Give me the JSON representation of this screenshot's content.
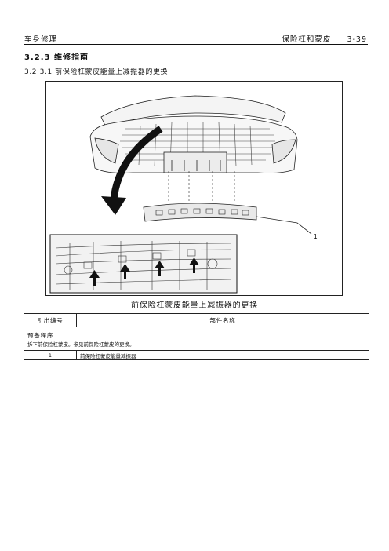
{
  "header": {
    "left": "车身修理",
    "right_title": "保险杠和蒙皮",
    "page_number": "3-39"
  },
  "section": {
    "heading": "3.2.3 维修指南",
    "subheading": "3.2.3.1 前保险杠蒙皮能量上减振器的更换"
  },
  "figure": {
    "callout_label": "1",
    "caption": "前保险杠蒙皮能量上减振器的更换"
  },
  "table": {
    "col_callout": "引出编号",
    "col_name": "部件名称",
    "prep_title": "预备程序",
    "prep_text": "拆下前保险杠蒙皮。参见前保险杠蒙皮的更换。",
    "rows": [
      {
        "num": "1",
        "name": "前保险杠蒙皮能量减振器"
      }
    ]
  }
}
